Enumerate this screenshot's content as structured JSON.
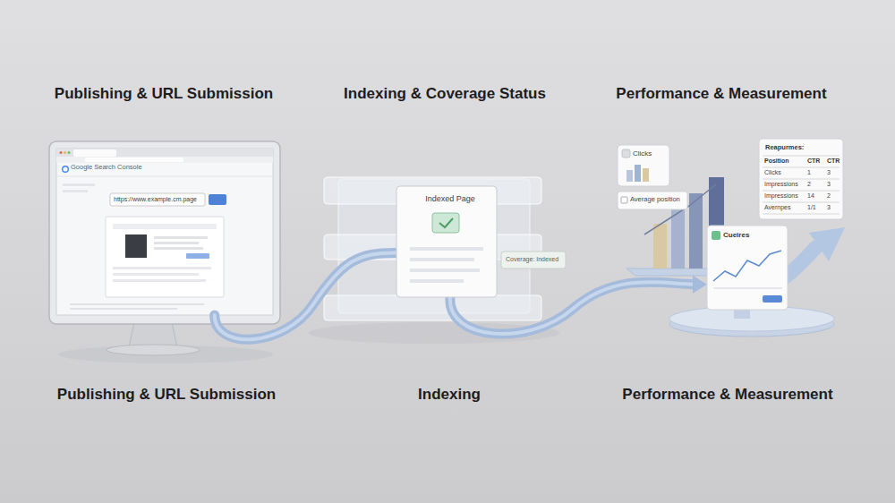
{
  "diagram": {
    "nodes": [
      {
        "text": [
          "Google Search Console",
          "https://www.example.cm.page"
        ]
      },
      {
        "text": [
          "Indexed Page"
        ]
      },
      {
        "text": [
          "Coverage: Indexed"
        ]
      },
      {
        "text": [
          "Clicks"
        ]
      },
      {
        "text": [
          "Average position"
        ]
      },
      {
        "text": [
          "Reapurmes:"
        ]
      },
      {
        "text": [
          "Cueires"
        ]
      }
    ],
    "edges": [
      {
        "from": 0,
        "to": 1,
        "arrow": "none"
      },
      {
        "from": 1,
        "to": 6,
        "arrow": "to"
      }
    ],
    "labels": [
      "Publishing & URL Submission",
      "Indexing & Coverage Status",
      "Performance & Measurement",
      "Publishing & URL Submission",
      "Indexing",
      "Performance & Measurement",
      "Position",
      "CTR",
      "CTR",
      "Clicks",
      "1",
      "3",
      "Impressions",
      "2",
      "3",
      "Impressions",
      "14",
      "2",
      "Avernpes",
      "1/1",
      "3"
    ]
  }
}
